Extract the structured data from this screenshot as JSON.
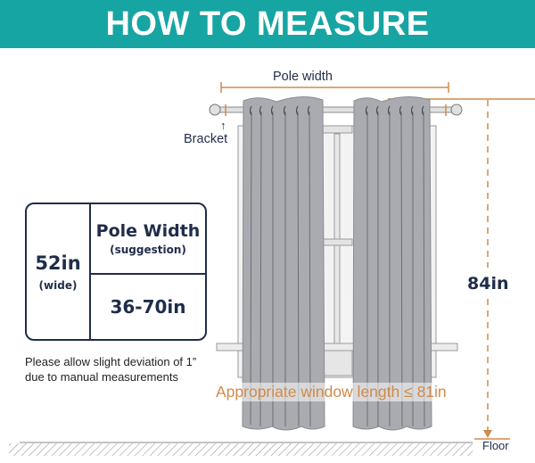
{
  "banner": {
    "title": "HOW TO MEASURE",
    "color": "#16a5a3"
  },
  "spec_table": {
    "curtain_width": "52in",
    "curtain_width_note": "(wide)",
    "pole_width_heading": "Pole Width",
    "pole_width_subheading": "(suggestion)",
    "pole_width_range": "36-70in"
  },
  "note": {
    "line1": "Please allow slight deviation of 1”",
    "line2": "due to manual measurements"
  },
  "diagram": {
    "pole_width_label": "Pole width",
    "bracket_label": "Bracket",
    "bracket_arrow": "↑",
    "height_label": "84in",
    "window_length_label": "Appropriate window length ≤ 81in",
    "floor_label": "Floor",
    "accent_color": "#d08a4a",
    "curtain_color": "#a9abb0",
    "text_color": "#1f2d4a"
  }
}
